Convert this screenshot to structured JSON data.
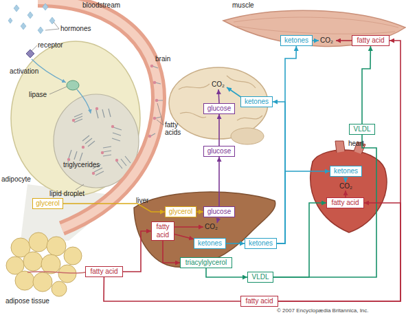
{
  "diagram": {
    "nodes": [
      {
        "text": [
          "ketones"
        ]
      },
      {
        "text": [
          "fatty acid"
        ]
      },
      {
        "text": [
          "ketones"
        ]
      },
      {
        "text": [
          "glucose"
        ]
      },
      {
        "text": [
          "VLDL"
        ]
      },
      {
        "text": [
          "glucose"
        ]
      },
      {
        "text": [
          "ketones"
        ]
      },
      {
        "text": [
          "fatty acid"
        ]
      },
      {
        "text": [
          "glycerol"
        ]
      },
      {
        "text": [
          "glycerol"
        ]
      },
      {
        "text": [
          "glucose"
        ]
      },
      {
        "text": [
          "fatty acid"
        ]
      },
      {
        "text": [
          "ketones"
        ]
      },
      {
        "text": [
          "ketones"
        ]
      },
      {
        "text": [
          "triacylglycerol"
        ]
      },
      {
        "text": [
          "fatty acid"
        ]
      },
      {
        "text": [
          "VLDL"
        ]
      },
      {
        "text": [
          "fatty acid"
        ]
      }
    ],
    "edges": [
      {
        "from": 8,
        "to": 9,
        "arrow": "to"
      },
      {
        "from": 9,
        "to": 10,
        "arrow": "to"
      },
      {
        "from": 10,
        "to": 5,
        "arrow": "to"
      },
      {
        "from": 5,
        "to": 3,
        "arrow": "to"
      },
      {
        "from": 15,
        "to": 11,
        "arrow": "to"
      },
      {
        "from": 11,
        "to": 12,
        "arrow": "to"
      },
      {
        "from": 11,
        "to": 14,
        "arrow": "to"
      },
      {
        "from": 12,
        "to": 13,
        "arrow": "to"
      },
      {
        "from": 13,
        "to": 2,
        "arrow": "to"
      },
      {
        "from": 13,
        "to": 0,
        "arrow": "to"
      },
      {
        "from": 13,
        "to": 6,
        "arrow": "to"
      },
      {
        "from": 14,
        "to": 16,
        "arrow": "to"
      },
      {
        "from": 16,
        "to": 7,
        "arrow": "to"
      },
      {
        "from": 16,
        "to": 4,
        "arrow": "none"
      },
      {
        "from": 4,
        "to": 1,
        "arrow": "to"
      },
      {
        "from": 15,
        "to": 17,
        "arrow": "none"
      },
      {
        "from": 17,
        "to": 1,
        "arrow": "to"
      },
      {
        "from": 17,
        "to": 7,
        "arrow": "to"
      }
    ],
    "labels": [
      "bloodstream",
      "muscle",
      "hormones",
      "receptor",
      "activation",
      "lipase",
      "fatty acids",
      "triglycerides",
      "adipocyte",
      "lipid droplet",
      "brain",
      "heart",
      "liver",
      "adipose tissue",
      "CO₂",
      "CO₂",
      "CO₂",
      "CO₂",
      "© 2007 Encyclopædia Britannica, Inc."
    ]
  }
}
